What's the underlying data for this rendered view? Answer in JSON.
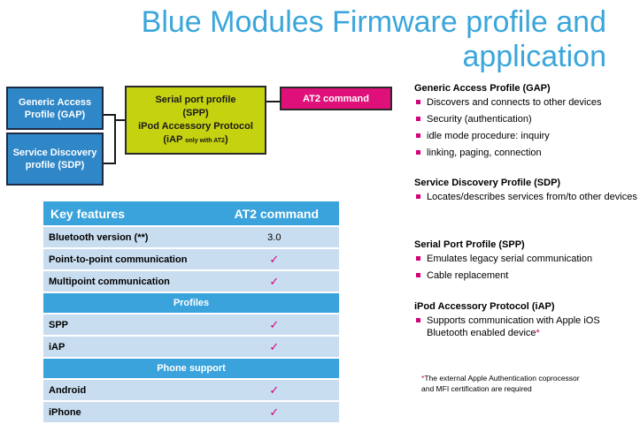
{
  "title": "Blue Modules Firmware profile and application",
  "diagram": {
    "gap_box": "Generic Access Profile (GAP)",
    "sdp_box": "Service Discovery profile (SDP)",
    "spp_box_line1": "Serial port profile",
    "spp_box_line2": "(SPP)",
    "spp_box_line3": "iPod Accessory Protocol",
    "spp_box_line4": "(iAP",
    "spp_box_small": "only with AT2",
    "spp_box_line4_end": ")",
    "at2_box": "AT2 command",
    "colors": {
      "blue": "#2f87c8",
      "green": "#c5d210",
      "magenta": "#e0107a",
      "title": "#3aa6db"
    }
  },
  "table": {
    "header": [
      "Key features",
      "AT2 command"
    ],
    "rows": [
      {
        "type": "row",
        "label": "Bluetooth version (**)",
        "value": "3.0"
      },
      {
        "type": "row",
        "label": "Point-to-point communication",
        "value": "✓"
      },
      {
        "type": "row",
        "label": "Multipoint communication",
        "value": "✓"
      },
      {
        "type": "section",
        "label": "Profiles"
      },
      {
        "type": "row",
        "label": "SPP",
        "value": "✓"
      },
      {
        "type": "row",
        "label": " iAP",
        "value": "✓"
      },
      {
        "type": "section",
        "label": "Phone support"
      },
      {
        "type": "row",
        "label": "Android",
        "value": "✓"
      },
      {
        "type": "row",
        "label": "iPhone",
        "value": "✓"
      }
    ]
  },
  "descriptions": {
    "gap": {
      "heading": "Generic Access Profile (GAP)",
      "items": [
        "Discovers and connects to other devices",
        "Security (authentication)",
        "idle mode procedure: inquiry",
        "linking, paging, connection"
      ]
    },
    "sdp": {
      "heading": "Service Discovery Profile (SDP)",
      "items": [
        "Locates/describes services from/to other devices"
      ]
    },
    "spp": {
      "heading": "Serial Port Profile (SPP)",
      "items": [
        "Emulates legacy serial communication",
        "Cable replacement"
      ]
    },
    "iap": {
      "heading": "iPod Accessory Protocol (iAP)",
      "items": [
        "Supports communication with Apple iOS Bluetooth enabled device"
      ],
      "asterisk": "*"
    }
  },
  "footnote": {
    "asterisk": "*",
    "line1": "The external Apple Authentication coprocessor",
    "line2": "and  MFI certification are required"
  }
}
